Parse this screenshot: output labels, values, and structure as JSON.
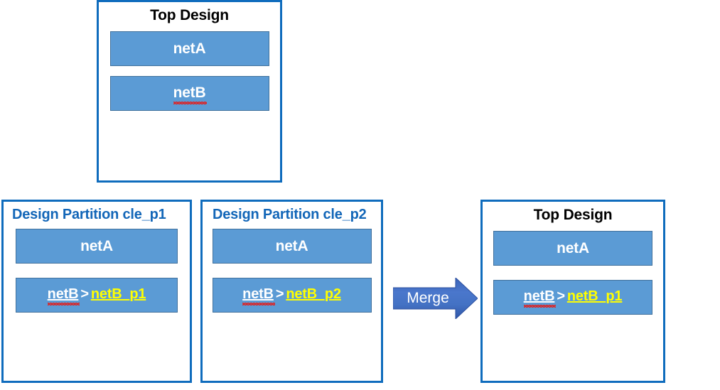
{
  "diagram": {
    "title_top_left": "Top Design",
    "title_partition_one": "Design Partition cle_p1",
    "title_partition_two": "Design Partition cle_p2",
    "title_top_right": "Top Design",
    "merge_label": "Merge",
    "tokens": {
      "netA": "netA",
      "netB": "netB",
      "gt": ">",
      "netB_p1": "netB_p1",
      "netB_p2": "netB_p2"
    },
    "boxes": {
      "top_left": {
        "title": "Top Design",
        "bars": [
          {
            "text": "netA"
          },
          {
            "text": "netB"
          }
        ]
      },
      "partition_one": {
        "title": "Design Partition cle_p1",
        "bars": [
          {
            "text": "netA"
          },
          {
            "text": "netB > netB_p1"
          }
        ]
      },
      "partition_two": {
        "title": "Design Partition cle_p2",
        "bars": [
          {
            "text": "netA"
          },
          {
            "text": "netB > netB_p2"
          }
        ]
      },
      "top_right": {
        "title": "Top Design",
        "bars": [
          {
            "text": "netA"
          },
          {
            "text": "netB > netB_p1"
          }
        ]
      }
    },
    "colors": {
      "box_border": "#0f6cbd",
      "bar_fill": "#5b9bd5",
      "bar_border": "#41719c",
      "partition_title": "#1266b8",
      "top_title": "#000000",
      "rename_text": "#ffff00",
      "original_text": "#ffffff",
      "arrow_fill": "#4472c4",
      "spellcheck_underline": "#e02020"
    }
  }
}
